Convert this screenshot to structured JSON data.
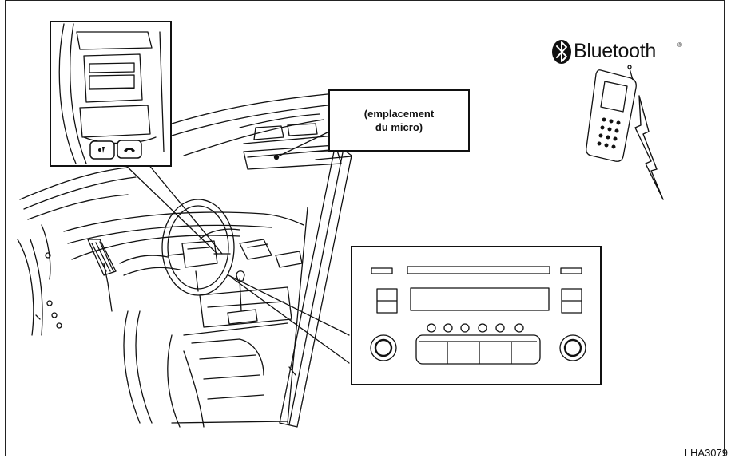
{
  "mic_callout": {
    "line1": "(emplacement",
    "line2": "du micro)"
  },
  "bluetooth": {
    "brand": "Bluetooth",
    "registered": "®",
    "logo_icon": "bluetooth-rune-icon",
    "color": "#111111"
  },
  "figure_code": "LHA3079"
}
